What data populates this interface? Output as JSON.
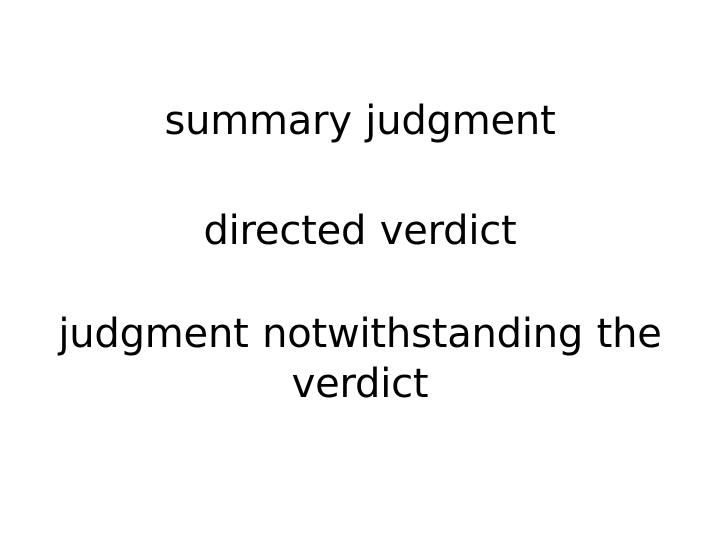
{
  "slide": {
    "background_color": "#ffffff",
    "text_color": "#000000",
    "paragraphs": [
      {
        "id": "para-1",
        "text": "summary judgment"
      },
      {
        "id": "para-2",
        "text": "directed verdict"
      },
      {
        "id": "para-3",
        "text": "judgment notwithstanding the verdict"
      }
    ]
  }
}
